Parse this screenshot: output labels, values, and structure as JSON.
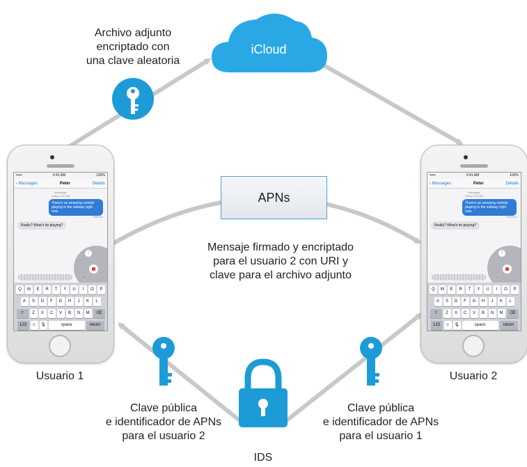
{
  "diagram": {
    "cloud_label": "iCloud",
    "apns_label": "APNs",
    "ids_label": "IDS",
    "attachment_note": [
      "Archivo adjunto",
      "encriptado con",
      "una clave aleatoria"
    ],
    "message_note": [
      "Mensaje firmado y encriptado",
      "para el usuario 2 con URI y",
      "clave para el archivo adjunto"
    ],
    "key_note_user2": [
      "Clave pública",
      "e identificador de APNs",
      "para el usuario 2"
    ],
    "key_note_user1": [
      "Clave pública",
      "e identificador de APNs",
      "para el usuario 1"
    ],
    "user1_label": "Usuario 1",
    "user2_label": "Usuario 2",
    "colors": {
      "cloud": "#2aa8e6",
      "key": "#1d9bd7",
      "lock": "#1d9bd7",
      "arrow": "#c8c8c8",
      "apns_border": "#4aa0d8",
      "apns_fill": "#eef1f5"
    },
    "icons": [
      "cloud-icon",
      "key-icon",
      "lock-icon",
      "phone-icon"
    ]
  },
  "phone_screen": {
    "status_left": "••••• ",
    "status_time": "9:41 AM",
    "status_right": "100%",
    "back_label": "Messages",
    "contact": "Peter",
    "details_label": "Details",
    "meta_line1": "iMessage",
    "meta_line2": "Today 9:41 AM",
    "outgoing_text": "There's an amazing violinist playing in the subway right now.",
    "delivered": "Delivered",
    "incoming_text": "Really? What's he playing?",
    "keyboard_row1": [
      "Q",
      "W",
      "E",
      "R",
      "T",
      "Y",
      "U",
      "I",
      "O",
      "P"
    ],
    "keyboard_row2": [
      "A",
      "S",
      "D",
      "F",
      "G",
      "H",
      "J",
      "K",
      "L"
    ],
    "keyboard_row3": [
      "Z",
      "X",
      "C",
      "V",
      "B",
      "N",
      "M"
    ],
    "key_shift": "⇧",
    "key_delete": "⌫",
    "key_123": "123",
    "key_emoji": "☺",
    "key_mic": "🎙",
    "key_space": "space",
    "key_return": "return"
  }
}
